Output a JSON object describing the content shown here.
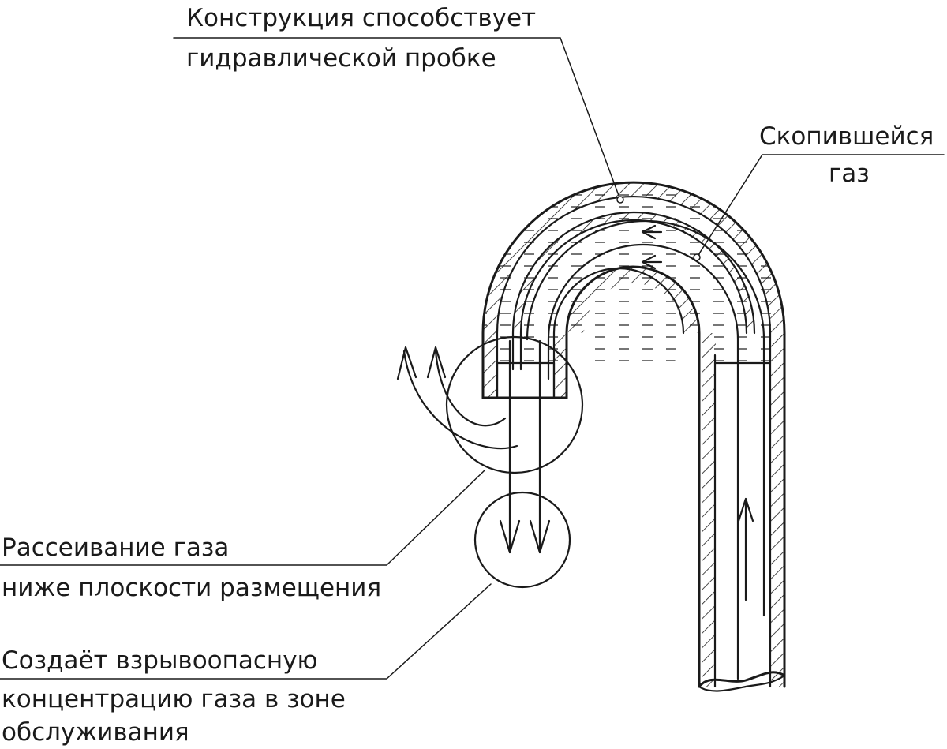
{
  "labels": {
    "hydraulic_plug": {
      "line1": "Конструкция способствует",
      "line2": "гидравлической пробке"
    },
    "accumulated_gas": {
      "line1": "Скопившейся",
      "line2": "газ"
    },
    "gas_dispersion": {
      "line1": "Рассеивание газа",
      "line2": "ниже плоскости размещения"
    },
    "explosive_concentration": {
      "line1": "Создаёт взрывоопасную",
      "line2": "концентрацию газа в зоне",
      "line3": "обслуживания"
    }
  },
  "colors": {
    "stroke": "#1a1a1a",
    "background": "#ffffff"
  }
}
